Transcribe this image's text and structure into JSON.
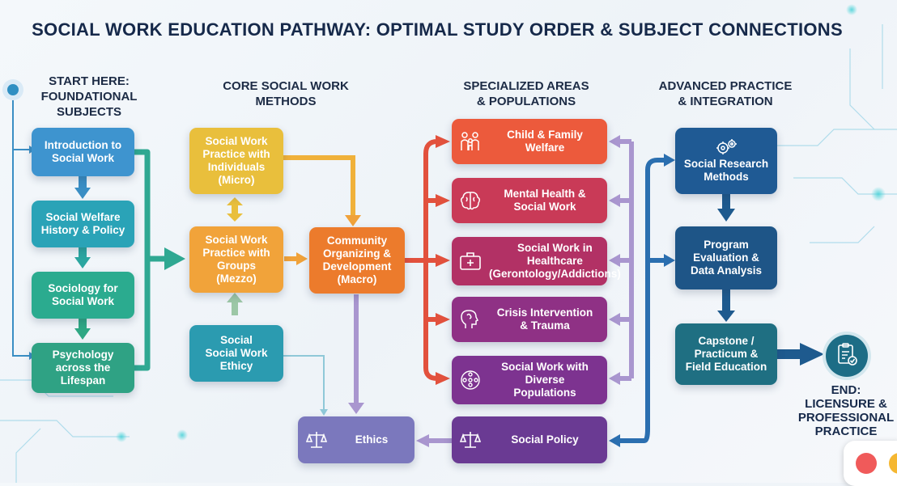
{
  "title": "SOCIAL WORK EDUCATION PATHWAY: OPTIMAL STUDY ORDER & SUBJECT CONNECTIONS",
  "columns": {
    "start": [
      "START HERE:",
      "FOUNDATIONAL",
      "SUBJECTS"
    ],
    "core": [
      "CORE SOCIAL WORK",
      "METHODS"
    ],
    "specialized": [
      "SPECIALIZED AREAS",
      "& POPULATIONS"
    ],
    "advanced": [
      "ADVANCED PRACTICE",
      "& INTEGRATION"
    ]
  },
  "foundational": [
    {
      "label": [
        "Introduction to",
        "Social Work"
      ],
      "color": "#3e94cf"
    },
    {
      "label": [
        "Social Welfare",
        "History & Policy"
      ],
      "color": "#2aa3b7"
    },
    {
      "label": [
        "Sociology for",
        "Social Work"
      ],
      "color": "#2bab8f"
    },
    {
      "label": [
        "Psychology",
        "across the",
        "Lifespan"
      ],
      "color": "#2fa284"
    }
  ],
  "core": [
    {
      "label": [
        "Social Work",
        "Practice with",
        "Individuals",
        "(Micro)"
      ],
      "color": "#e9bf3c"
    },
    {
      "label": [
        "Social Work",
        "Practice with",
        "Groups",
        "(Mezzo)"
      ],
      "color": "#f1a33a"
    },
    {
      "label": [
        "Social",
        "Social Work",
        "Ethicy"
      ],
      "color": "#2b9bb0"
    },
    {
      "label": [
        "Community",
        "Organizing &",
        "Development",
        "(Macro)"
      ],
      "color": "#ec7b2c"
    }
  ],
  "specialized": [
    {
      "label": [
        "Child & Family",
        "Welfare"
      ],
      "color": "#ec5a3c",
      "icon": "family-icon"
    },
    {
      "label": [
        "Mental Health &",
        "Social Work"
      ],
      "color": "#c93a57",
      "icon": "brain-icon"
    },
    {
      "label": [
        "Social Work in",
        "Healthcare",
        "(Gerontology/Addictions)"
      ],
      "color": "#b23165",
      "icon": "medical-kit-icon"
    },
    {
      "label": [
        "Crisis Intervention",
        "& Trauma"
      ],
      "color": "#8f3185",
      "icon": "head-thought-icon"
    },
    {
      "label": [
        "Social Work with",
        "Diverse",
        "Populations"
      ],
      "color": "#7d3390",
      "icon": "diverse-people-icon"
    },
    {
      "label": [
        "Social Policy"
      ],
      "color": "#6a3a93",
      "icon": "scales-icon"
    }
  ],
  "ethics": {
    "label": [
      "Ethics"
    ],
    "color": "#7b78bd",
    "icon": "scales-icon"
  },
  "advanced": [
    {
      "label": [
        "Social Research",
        "Methods"
      ],
      "color": "#1f5a94",
      "icon": "gears-icon"
    },
    {
      "label": [
        "Program",
        "Evaluation &",
        "Data Analysis"
      ],
      "color": "#1e5587"
    },
    {
      "label": [
        "Capstone /",
        "Practicum &",
        "Field Education"
      ],
      "color": "#1f6f82"
    }
  ],
  "end": [
    "END:",
    "LICENSURE &",
    "PROFESSIONAL",
    "PRACTICE"
  ],
  "colors": {
    "title": "#16294a",
    "arrow_blue": "#3a8ec4",
    "arrow_teal": "#2fa892",
    "arrow_orange": "#f0a23a",
    "arrow_red": "#e2513d",
    "arrow_lavender": "#a996cf",
    "arrow_navy": "#1e5a8e"
  }
}
